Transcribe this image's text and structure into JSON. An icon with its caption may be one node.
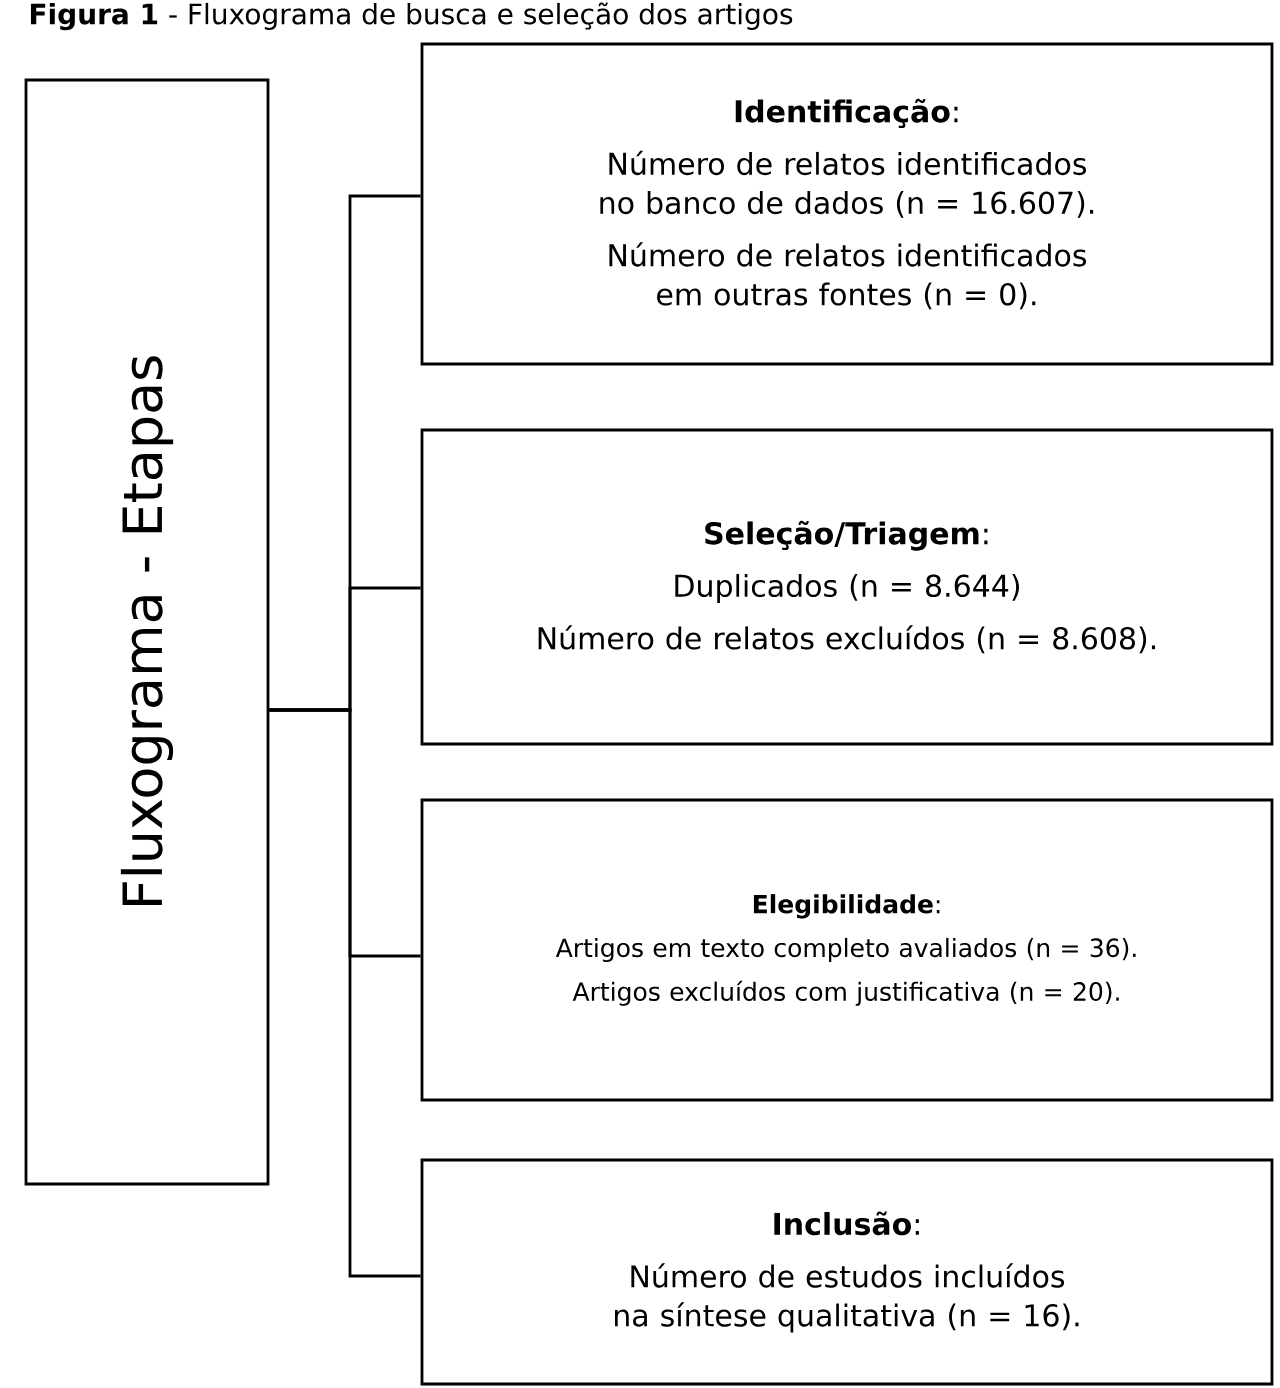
{
  "diagram": {
    "title": "**Figura 1** - Fluxograma de busca e seleção dos artigos",
    "nodes": [
      {
        "text": [
          "Fluxograma - Etapas"
        ]
      },
      {
        "text": [
          "**Identificação**:",
          "Número de relatos identificados no banco de dados (n = 16.607).",
          "Número de relatos identificados em outras fontes (n = 0)."
        ]
      },
      {
        "text": [
          "**Seleção/Triagem**:",
          "Duplicados (n = 8.644)",
          "Número de relatos excluídos (n = 8.608)."
        ]
      },
      {
        "text": [
          "**Elegibilidade**:",
          "Artigos em texto completo avaliados (n = 36).",
          "Artigos excluídos com justificativa (n = 20)."
        ]
      },
      {
        "text": [
          "**Inclusão**:",
          "Número de estudos incluídos na síntese qualitativa (n = 16)."
        ]
      }
    ],
    "edges": [
      {
        "from": 0,
        "to": 1,
        "arrow": "none"
      },
      {
        "from": 0,
        "to": 2,
        "arrow": "none"
      },
      {
        "from": 0,
        "to": 3,
        "arrow": "none"
      },
      {
        "from": 0,
        "to": 4,
        "arrow": "none"
      }
    ]
  }
}
